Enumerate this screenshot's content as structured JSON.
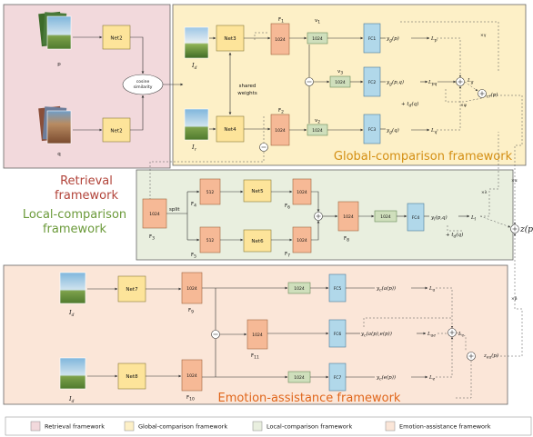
{
  "frameworks": {
    "retrieval_title": [
      "Retrieval",
      "framework"
    ],
    "global_title": "Global-comparison framework",
    "local_title": [
      "Local-comparison",
      "framework"
    ],
    "emotion_title": "Emotion-assistance framework"
  },
  "colors": {
    "retrieval_fill": "#f2d9dc",
    "global_fill": "#fdf0c7",
    "local_fill": "#e9efdf",
    "emotion_fill": "#fbe6d8",
    "net_fill": "#fde49a",
    "feat_orange": "#f6b996",
    "feat_green": "#cfdfbc",
    "fc_blue": "#b1d8ea",
    "retrieval_text": "#b2443a",
    "global_text": "#d48f14",
    "local_text": "#6b9a3a",
    "emotion_text": "#e0661b"
  },
  "retrieval": {
    "net_top": "Net2",
    "net_bottom": "Net2",
    "img_p": "p",
    "img_q": "q",
    "cosine": [
      "cosine",
      "similarity"
    ]
  },
  "global": {
    "net3": "Net3",
    "net4": "Net4",
    "shared": [
      "shared",
      "weights"
    ],
    "img_d": "I",
    "img_d_sub": "d",
    "img_r": "I",
    "img_r_sub": "r",
    "f1_box": "1024",
    "f1": "F",
    "f1_sub": "1",
    "f2_box": "1024",
    "f2": "F",
    "f2_sub": "2",
    "v1_box": "1024",
    "v1": "v",
    "v1_sub": "1",
    "v2_box": "1024",
    "v2": "v",
    "v2_sub": "2",
    "v3_box": "1024",
    "v3": "v",
    "v3_sub": "3",
    "fc1": "FC1",
    "fc2": "FC2",
    "fc3": "FC3",
    "y_p": "y",
    "y_p_sub": "g",
    "y_p_arg": "(p)",
    "y_pq": "y",
    "y_pq_sub": "g",
    "y_pq_arg": "(p,q)",
    "y_q": "y",
    "y_q_sub": "g",
    "y_q_arg": "(q)",
    "l_p": "L",
    "l_p_sub": "p",
    "l_pq": "L",
    "l_pq_sub": "pq",
    "l_q": "L",
    "l_q_sub": "q",
    "l_g": "L",
    "l_g_sub": "g",
    "td": "+ t",
    "td_sub": "d",
    "td_arg": "(q)",
    "times_gamma": "×γ",
    "times_psi": "×ψ",
    "zcr": "z",
    "zcr_sub": "cr",
    "zcr_arg": "(p)"
  },
  "local": {
    "f3_box": "1024",
    "f3": "F",
    "f3_sub": "3",
    "split": "split",
    "f4_box": "512",
    "f4": "F",
    "f4_sub": "4",
    "f5_box": "512",
    "f5": "F",
    "f5_sub": "5",
    "net5": "Net5",
    "net6": "Net6",
    "f6_box": "1024",
    "f6": "F",
    "f6_sub": "6",
    "f7_box": "1024",
    "f7": "F",
    "f7_sub": "7",
    "f8_box": "1024",
    "f8": "F",
    "f8_sub": "8",
    "g_box": "1024",
    "fc4": "FC4",
    "y_l": "y",
    "y_l_sub": "l",
    "y_l_arg": "(p,q)",
    "l_l": "L",
    "l_l_sub": "l",
    "td": "+ t",
    "td_sub": "d",
    "td_arg": "(q)",
    "times_lambda": "×λ"
  },
  "emotion": {
    "img1": "I",
    "img1_sub": "d",
    "img2": "I",
    "img2_sub": "d",
    "net7": "Net7",
    "net8": "Net8",
    "f9_box": "1024",
    "f9": "F",
    "f9_sub": "9",
    "f10_box": "1024",
    "f10": "F",
    "f10_sub": "10",
    "f11_box": "1024",
    "f11": "F",
    "f11_sub": "11",
    "g1": "1024",
    "g2": "1024",
    "fc5": "FC5",
    "fc6": "FC6",
    "fc7": "FC7",
    "y_a": "y",
    "y_a_sub": "c",
    "y_a_arg": "(a(p))",
    "y_ae": "y",
    "y_ae_sub": "c",
    "y_ae_arg": "(a(p),e(p))",
    "y_e": "y",
    "y_e_sub": "c",
    "y_e_arg": "(e(p))",
    "l_a": "L",
    "l_a_sub": "a",
    "l_ae": "L",
    "l_ae_sub": "ae",
    "l_e": "L",
    "l_e_sub": "e",
    "l_c": "L",
    "l_c_sub": "c",
    "zea": "z",
    "zea_sub": "ea",
    "zea_arg": "(p)"
  },
  "outputs": {
    "times_alpha": "×α",
    "times_beta": "×β",
    "z_final": "z(p)"
  },
  "legend": [
    {
      "label": "Retrieval framework"
    },
    {
      "label": "Global-comparison framework"
    },
    {
      "label": "Local-comparison framework"
    },
    {
      "label": "Emotion-assistance framework"
    }
  ]
}
